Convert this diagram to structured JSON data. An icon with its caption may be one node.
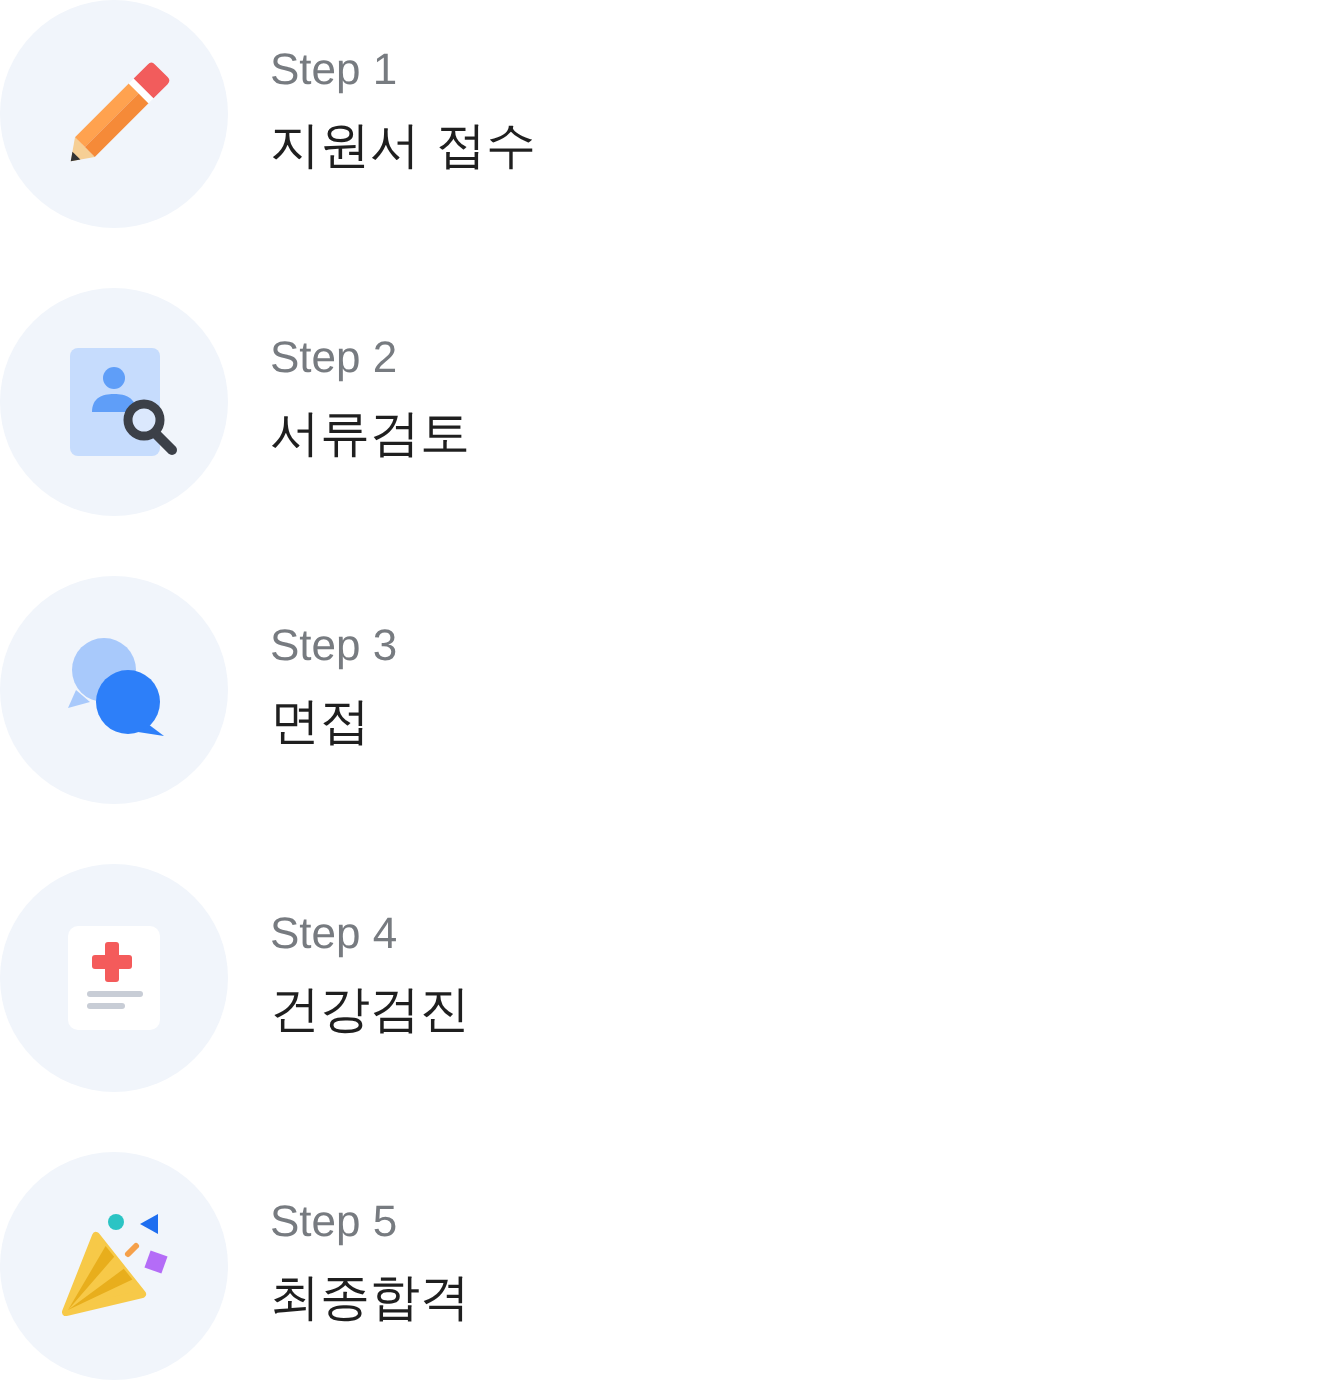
{
  "diagram": {
    "nodes": [
      {
        "text": [],
        "shape": "circle",
        "beside": [
          "Step 1",
          "지원서 접수"
        ]
      },
      {
        "text": [],
        "shape": "circle",
        "beside": [
          "Step 2",
          "서류검토"
        ]
      },
      {
        "text": [],
        "shape": "circle",
        "beside": [
          "Step 3",
          "면접"
        ]
      },
      {
        "text": [],
        "shape": "circle",
        "beside": [
          "Step 4",
          "건강검진"
        ]
      },
      {
        "text": [],
        "shape": "circle",
        "beside": [
          "Step 5",
          "최종합격"
        ]
      }
    ]
  }
}
